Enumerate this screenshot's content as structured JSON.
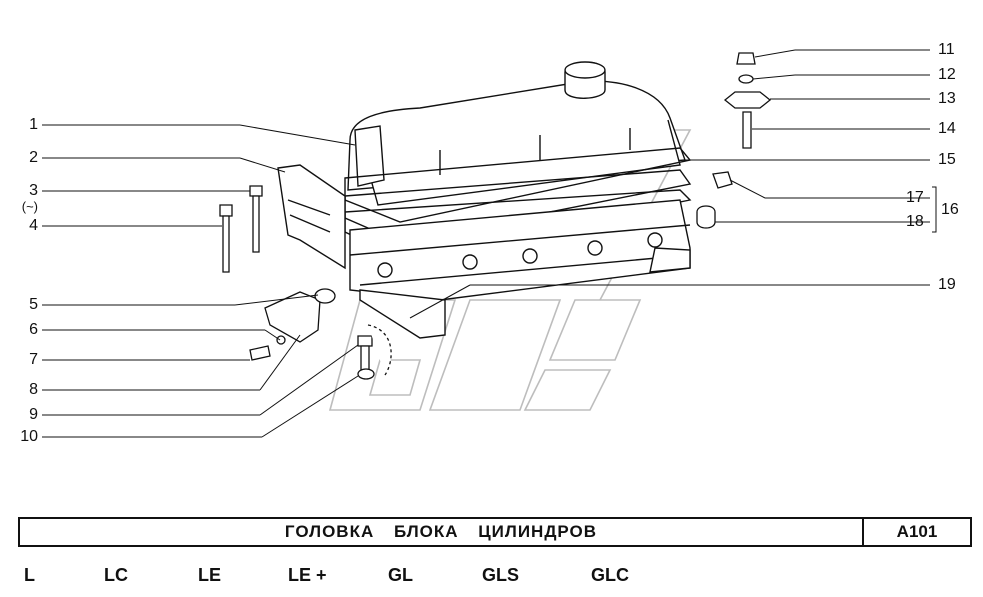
{
  "title": "ГОЛОВКА  БЛОКА  ЦИЛИНДРОВ",
  "code": "A101",
  "callouts_left": [
    "1",
    "2",
    "3",
    "(~)",
    "4",
    "5",
    "6",
    "7",
    "8",
    "9",
    "10"
  ],
  "callouts_right": [
    "11",
    "12",
    "13",
    "14",
    "15",
    "16",
    "17",
    "18",
    "19"
  ],
  "versions": [
    "L",
    "LC",
    "LE",
    "LE +",
    "GL",
    "GLS",
    "GLC"
  ],
  "colors": {
    "line": "#111111",
    "watermark": "#c8c8c8",
    "background": "#ffffff"
  }
}
